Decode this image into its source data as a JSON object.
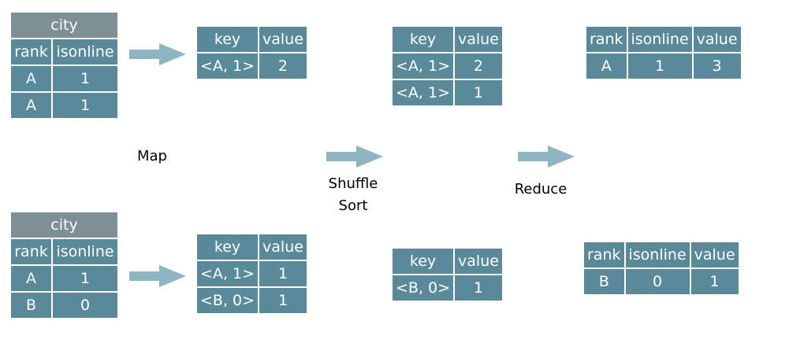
{
  "input_tables": [
    {
      "title": "city",
      "headers": [
        "rank",
        "isonline"
      ],
      "rows": [
        [
          "A",
          "1"
        ],
        [
          "A",
          "1"
        ]
      ]
    },
    {
      "title": "city",
      "headers": [
        "rank",
        "isonline"
      ],
      "rows": [
        [
          "A",
          "1"
        ],
        [
          "B",
          "0"
        ]
      ]
    }
  ],
  "map_tables": [
    {
      "headers": [
        "key",
        "value"
      ],
      "rows": [
        [
          "<A, 1>",
          "2"
        ]
      ]
    },
    {
      "headers": [
        "key",
        "value"
      ],
      "rows": [
        [
          "<A, 1>",
          "1"
        ],
        [
          "<B, 0>",
          "1"
        ]
      ]
    }
  ],
  "shuffle_tables": [
    {
      "headers": [
        "key",
        "value"
      ],
      "rows": [
        [
          "<A, 1>",
          "2"
        ],
        [
          "<A, 1>",
          "1"
        ]
      ]
    },
    {
      "headers": [
        "key",
        "value"
      ],
      "rows": [
        [
          "<B, 0>",
          "1"
        ]
      ]
    }
  ],
  "reduce_tables": [
    {
      "headers": [
        "rank",
        "isonline",
        "value"
      ],
      "rows": [
        [
          "A",
          "1",
          "3"
        ]
      ]
    },
    {
      "headers": [
        "rank",
        "isonline",
        "value"
      ],
      "rows": [
        [
          "B",
          "0",
          "1"
        ]
      ]
    }
  ],
  "labels": {
    "map": "Map",
    "shuffle": "Shuffle",
    "sort": "Sort",
    "reduce": "Reduce"
  },
  "colors": {
    "cell": "#5a8a99",
    "title_cell": "#7d9096",
    "arrow": "#8eb6c2"
  }
}
